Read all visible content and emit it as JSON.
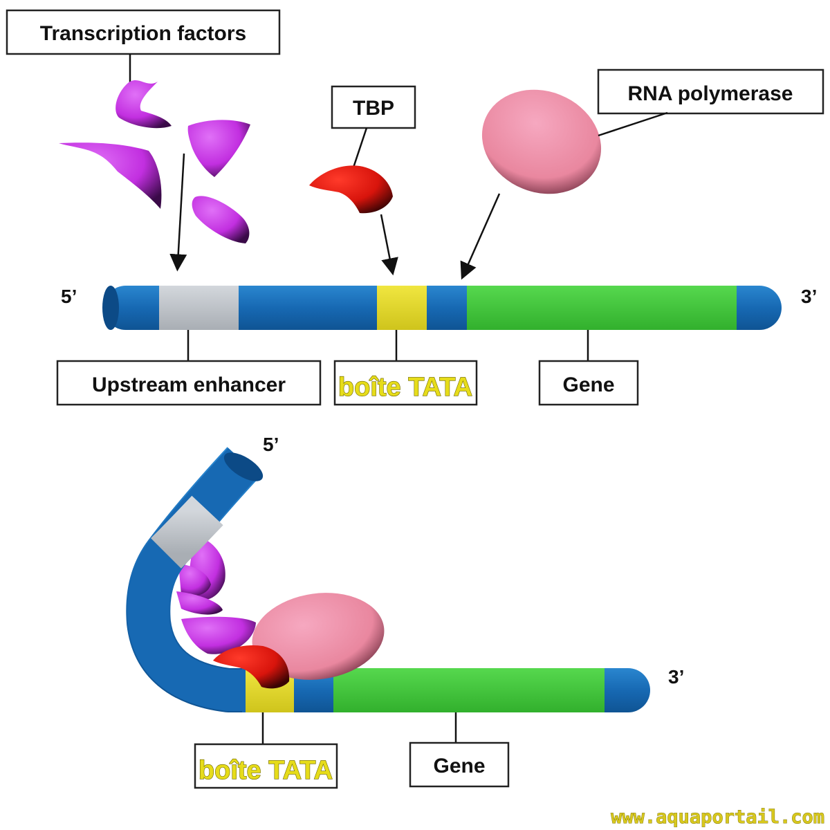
{
  "labels": {
    "transcription_factors": "Transcription factors",
    "tbp": "TBP",
    "rna_polymerase": "RNA polymerase",
    "upstream_enhancer": "Upstream enhancer",
    "tata_box": "boîte TATA",
    "gene": "Gene",
    "five_prime": "5’",
    "three_prime": "3’"
  },
  "watermark": "www.aquaportail.com",
  "colors": {
    "dna_blue": "#1769b3",
    "enhancer_gray": "#b9bec4",
    "tata_yellow": "#e2d82a",
    "gene_green": "#3fc83a",
    "transcription_factor_purple": "#cc33e6",
    "tbp_red": "#e01a12",
    "rna_polymerase_pink": "#ec8aa8"
  }
}
